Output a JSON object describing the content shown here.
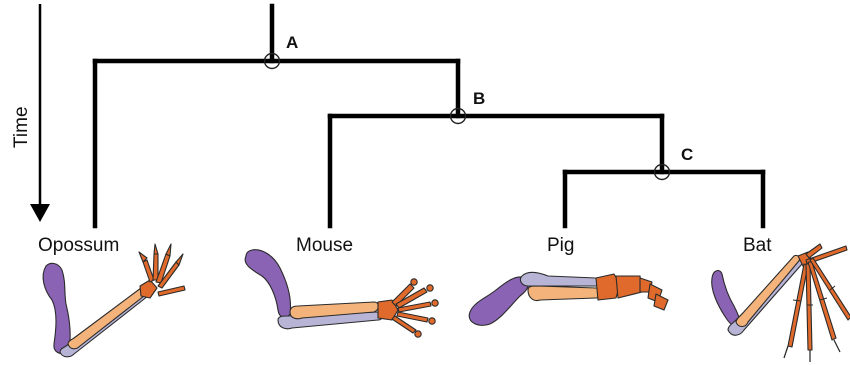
{
  "axis": {
    "time_label": "Time"
  },
  "nodes": [
    {
      "id": "A",
      "label": "A"
    },
    {
      "id": "B",
      "label": "B"
    },
    {
      "id": "C",
      "label": "C"
    }
  ],
  "taxa": [
    {
      "id": "opossum",
      "label": "Opossum"
    },
    {
      "id": "mouse",
      "label": "Mouse"
    },
    {
      "id": "pig",
      "label": "Pig"
    },
    {
      "id": "bat",
      "label": "Bat"
    }
  ],
  "colors": {
    "humerus": "#8a63b5",
    "ulna": "#b7b4d6",
    "radius": "#f3b37a",
    "carpals_phalanges": "#e06a2b",
    "tree_lines": "#000000"
  }
}
